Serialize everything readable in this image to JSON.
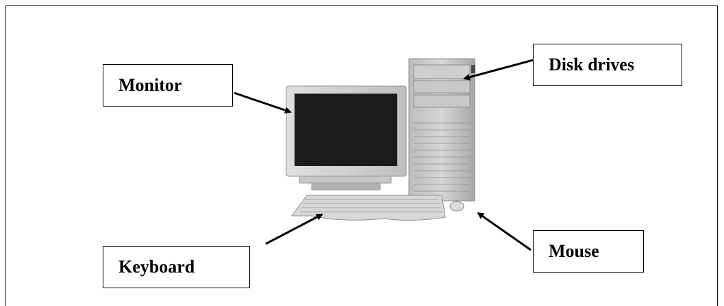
{
  "labels": {
    "monitor": "Monitor",
    "disk_drives": "Disk drives",
    "keyboard": "Keyboard",
    "mouse": "Mouse"
  },
  "colors": {
    "frame": "#111111",
    "text": "#000000",
    "screen": "#1b1b1b",
    "plastic": "#d9d9d9"
  }
}
